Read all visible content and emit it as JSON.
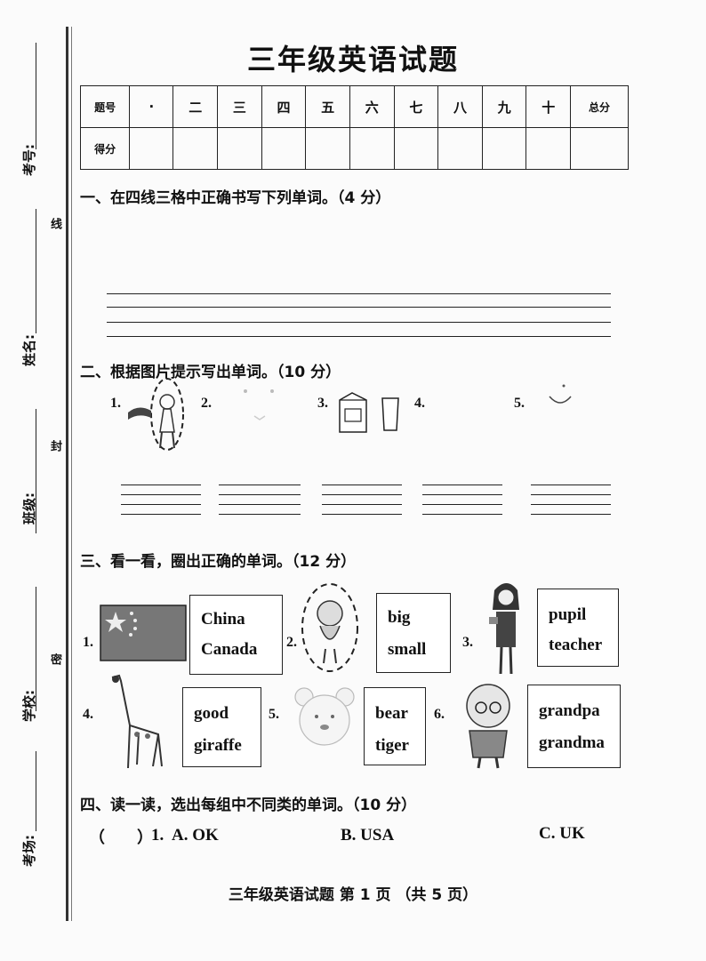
{
  "title": "三年级英语试题",
  "score_table": {
    "row1": [
      "题号",
      "·",
      "二",
      "三",
      "四",
      "五",
      "六",
      "七",
      "八",
      "九",
      "十",
      "总分"
    ],
    "row2_label": "得分"
  },
  "margin": {
    "exam_no": "考号:",
    "name": "姓名:",
    "class": "班级:",
    "school": "学校:",
    "room": "考场:",
    "seal_line": "线",
    "seal_seal": "封",
    "seal_secret": "密"
  },
  "section1": {
    "title": "一、在四线三格中正确书写下列单词。（4 分）"
  },
  "section2": {
    "title": "二、根据图片提示写出单词。（10 分）",
    "items": [
      "1.",
      "2.",
      "3.",
      "4.",
      "5."
    ]
  },
  "section3": {
    "title": "三、看一看，圈出正确的单词。（12 分）",
    "items": [
      {
        "num": "1.",
        "words": [
          "China",
          "Canada"
        ]
      },
      {
        "num": "2.",
        "words": [
          "big",
          "small"
        ]
      },
      {
        "num": "3.",
        "words": [
          "pupil",
          "teacher"
        ]
      },
      {
        "num": "4.",
        "words": [
          "good",
          "giraffe"
        ]
      },
      {
        "num": "5.",
        "words": [
          "bear",
          "tiger"
        ]
      },
      {
        "num": "6.",
        "words": [
          "grandpa",
          "grandma"
        ]
      }
    ]
  },
  "section4": {
    "title": "四、读一读，选出每组中不同类的单词。（10 分）",
    "q1": {
      "bracket": "（　　）",
      "num": "1.",
      "a": "A. OK",
      "b": "B. USA",
      "c": "C. UK"
    }
  },
  "footer": "三年级英语试题 第 1 页 （共 5 页）"
}
